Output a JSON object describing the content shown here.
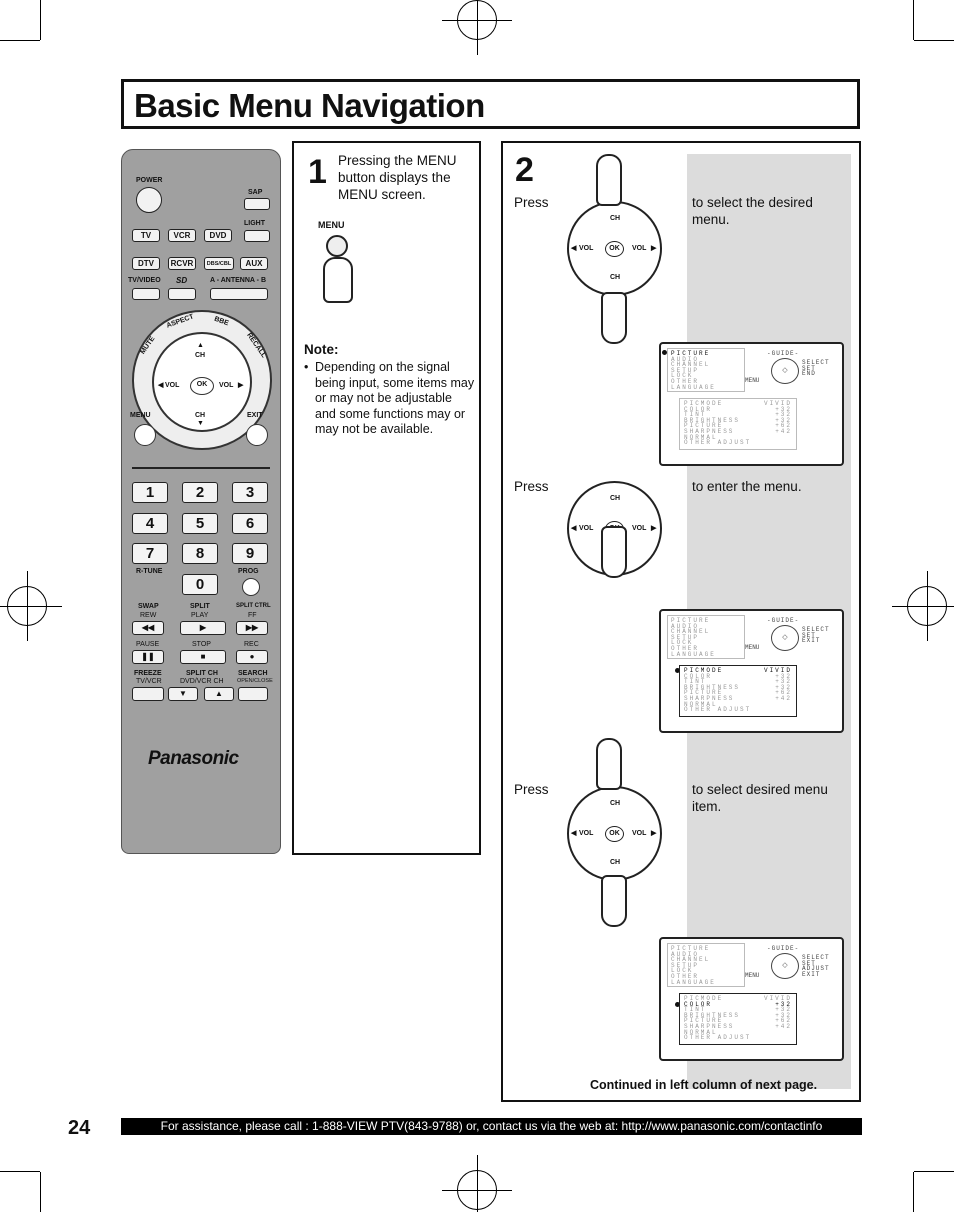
{
  "page": {
    "title": "Basic Menu Navigation",
    "page_number": "24",
    "footer": "For assistance, please call : 1-888-VIEW PTV(843-9788) or, contact us via the web at: http://www.panasonic.com/contactinfo",
    "continued": "Continued in left column of next page."
  },
  "remote": {
    "power": "POWER",
    "sap": "SAP",
    "light": "LIGHT",
    "row1": [
      "TV",
      "VCR",
      "DVD"
    ],
    "row2": [
      "DTV",
      "RCVR",
      "DBS/CBL",
      "AUX"
    ],
    "tv_video": "TV/VIDEO",
    "sd": "SD",
    "antenna": "A - ANTENNA - B",
    "arc": [
      "MUTE",
      "ASPECT",
      "BBE",
      "RECALL"
    ],
    "ch": "CH",
    "vol": "VOL",
    "ok": "OK",
    "menu": "MENU",
    "exit": "EXIT",
    "numbers": [
      "1",
      "2",
      "3",
      "4",
      "5",
      "6",
      "7",
      "8",
      "9",
      "0"
    ],
    "r_tune": "R-TUNE",
    "prog": "PROG",
    "swap": "SWAP",
    "rew": "REW",
    "split": "SPLIT",
    "play": "PLAY",
    "split_ctrl": "SPLIT CTRL",
    "ff": "FF",
    "pause": "PAUSE",
    "stop": "STOP",
    "rec": "REC",
    "freeze": "FREEZE",
    "tv_vcr": "TV/VCR",
    "split_ch": "SPLIT CH",
    "dvd_vcr_ch": "DVD/VCR CH",
    "search": "SEARCH",
    "open_close": "OPEN/CLOSE",
    "brand": "Panasonic"
  },
  "step1": {
    "number": "1",
    "text": "Pressing the MENU button displays the MENU screen.",
    "menu_label": "MENU",
    "note_title": "Note:",
    "note_text": "Depending on the signal being input, some items may or may not be adjustable and some functions may or may not be available."
  },
  "step2": {
    "number": "2",
    "press": "Press",
    "instr1": "to select the desired menu.",
    "instr2": "to enter the menu.",
    "instr3": "to select desired menu item.",
    "ch": "CH",
    "vol": "VOL",
    "ok": "OK"
  },
  "osd": {
    "menu_items": [
      "PICTURE",
      "AUDIO",
      "CHANNEL",
      "SETUP",
      "LOCK",
      "OTHER",
      "LANGUAGE"
    ],
    "guide": "-GUIDE-",
    "guide_menu": "MENU",
    "guide_a": [
      "SELECT",
      "SET",
      "END"
    ],
    "guide_b": [
      "SELECT",
      "SET",
      "EXIT"
    ],
    "guide_c": [
      "SELECT",
      "SET",
      "ADJUST",
      "EXIT"
    ],
    "sub_labels": [
      "PICMODE",
      "COLOR",
      "TINT",
      "BRIGHTNESS",
      "PICTURE",
      "SHARPNESS",
      "NORMAL",
      "OTHER ADJUST"
    ],
    "sub_values": [
      "VIVID",
      "+32",
      "+32",
      "+32",
      "+62",
      "+42"
    ]
  }
}
